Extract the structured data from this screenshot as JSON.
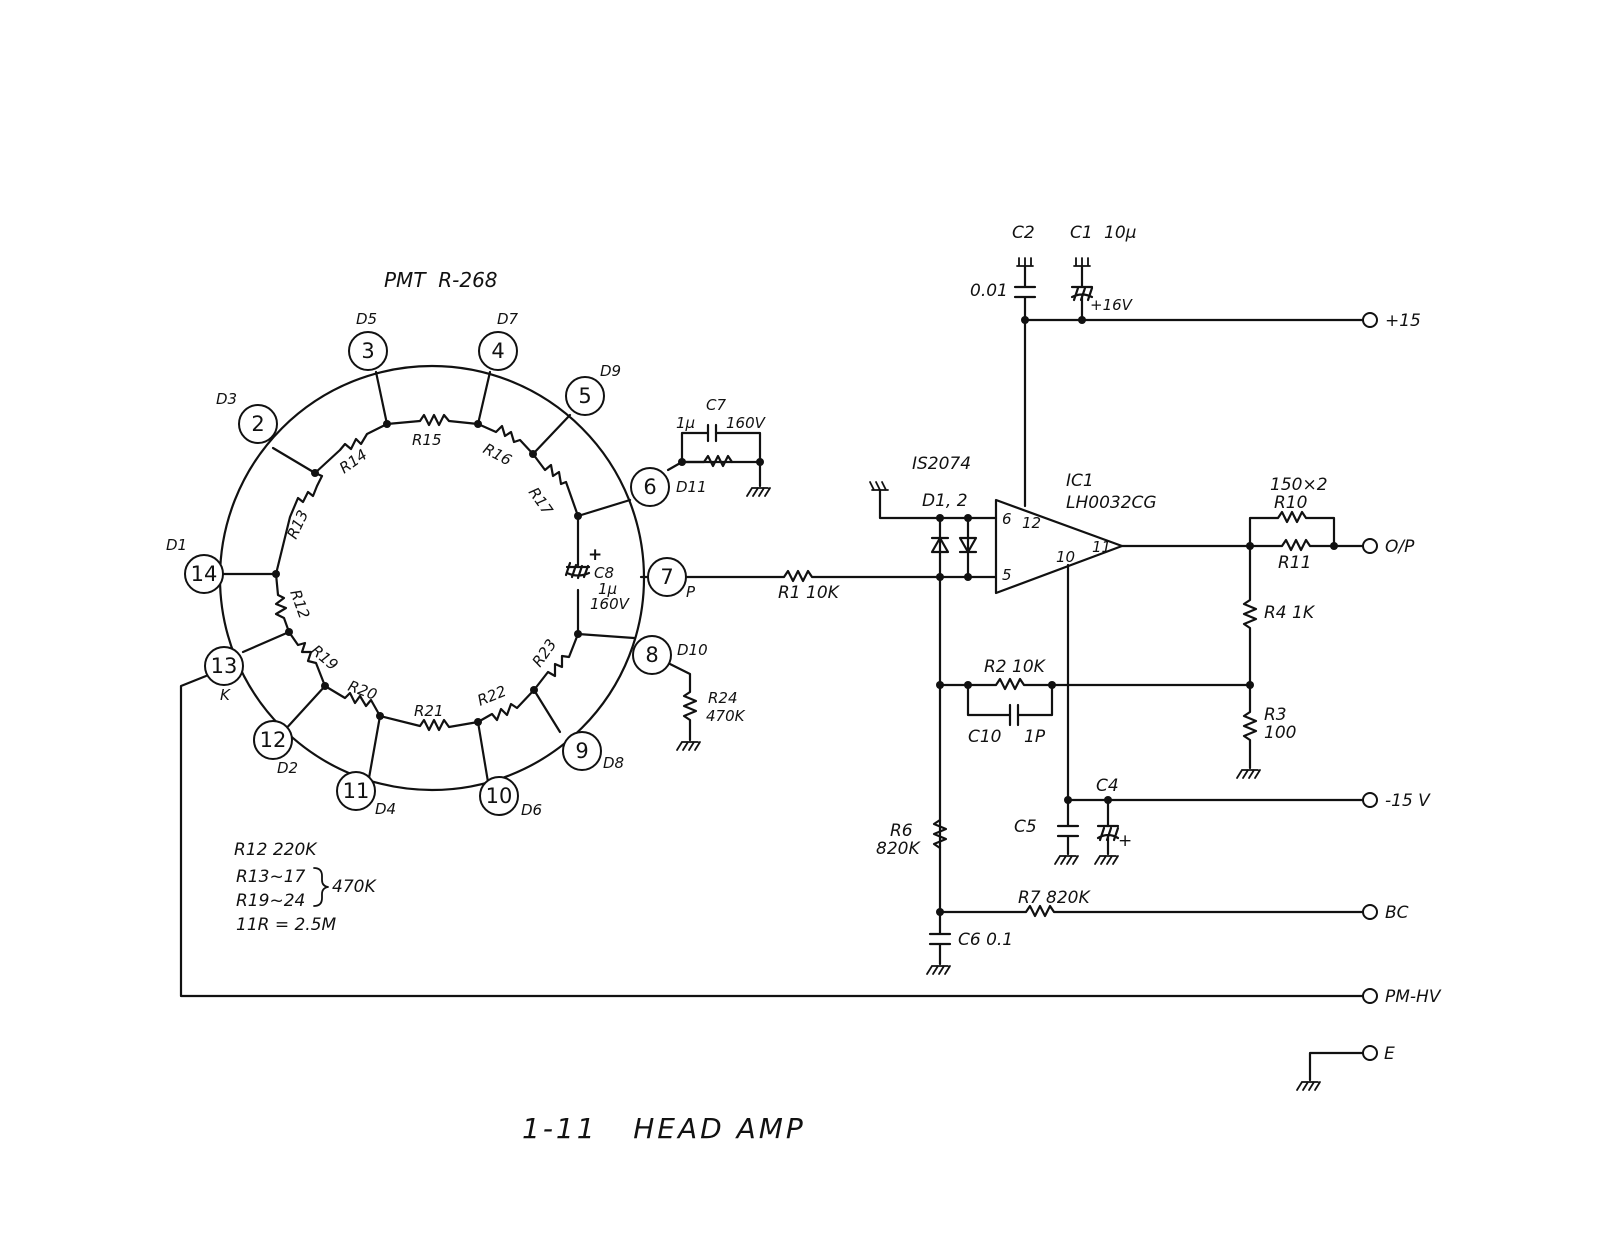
{
  "title": "1-11   HEAD AMP",
  "pmt": {
    "label": "PMT  R-268",
    "pins": [
      "14",
      "2",
      "3",
      "4",
      "5",
      "6",
      "7",
      "8",
      "9",
      "10",
      "11",
      "12",
      "13"
    ],
    "dynode_labels": [
      "D1",
      "D3",
      "D5",
      "D7",
      "D9",
      "D11",
      "P",
      "D10",
      "D8",
      "D6",
      "D4",
      "D2",
      "K"
    ],
    "resistors": [
      "R13",
      "R14",
      "R15",
      "R16",
      "R17",
      "R12",
      "R19",
      "R20",
      "R21",
      "R22",
      "R23"
    ]
  },
  "c7": {
    "name": "C7",
    "value": "1µ",
    "voltage": "160V"
  },
  "c8": {
    "name": "C8",
    "value": "1µ",
    "voltage": "160V",
    "polarity": "+"
  },
  "r24": {
    "name": "R24",
    "value": "470K"
  },
  "r1": "R1  10K",
  "diode": {
    "part": "IS2074",
    "ref": "D1, 2"
  },
  "ic": {
    "ref": "IC1",
    "part": "LH0032CG",
    "pins": [
      "6",
      "12",
      "5",
      "10",
      "11"
    ]
  },
  "c2": {
    "name": "C2",
    "value": "0.01"
  },
  "c1": {
    "name": "C1",
    "value": "10µ",
    "voltage": "+16V"
  },
  "r10": {
    "note": "150×2",
    "name": "R10"
  },
  "r11": "R11",
  "r4": "R4  1K",
  "r2": "R2  10K",
  "c10": {
    "name": "C10",
    "value": "1P"
  },
  "r3": {
    "name": "R3",
    "value": "100"
  },
  "c4": "C4",
  "c5": "C5",
  "c4_polarity": "+",
  "r6": {
    "name": "R6",
    "value": "820K"
  },
  "r7": "R7  820K",
  "c6": "C6  0.1",
  "terminals": [
    "+15",
    "O/P",
    "-15 V",
    "BC",
    "PM-HV",
    "E"
  ],
  "notes": {
    "r12": "R12    220K",
    "r13_17": "R13~17",
    "r19_24": "R19~24",
    "group_value": "470K",
    "total": "11R = 2.5M"
  }
}
